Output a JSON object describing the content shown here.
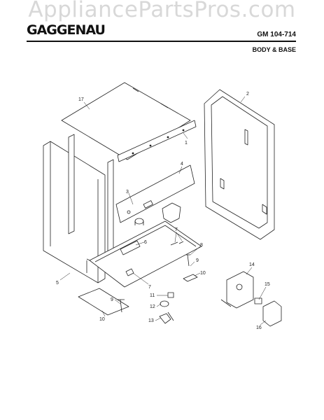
{
  "watermark": "AppliancePartsPros.com",
  "header": {
    "brand": "GAGGENAU",
    "model": "GM 104-714",
    "section": "BODY & BASE"
  },
  "callouts": {
    "c1": "1",
    "c2": "2",
    "c3": "3",
    "c4": "4",
    "c5": "5",
    "c6": "6",
    "c7a": "7",
    "c7b": "7",
    "c8": "8",
    "c9a": "9",
    "c9b": "9",
    "c10a": "10",
    "c10b": "10",
    "c11": "11",
    "c12": "12",
    "c13": "13",
    "c14": "14",
    "c15": "15",
    "c16": "16",
    "c17": "17"
  }
}
